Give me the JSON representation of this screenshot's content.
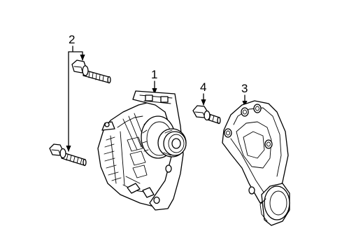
{
  "diagram": {
    "callouts": [
      {
        "id": "alternator",
        "label": "1"
      },
      {
        "id": "alternator-bolts",
        "label": "2"
      },
      {
        "id": "bracket",
        "label": "3"
      },
      {
        "id": "bracket-bolt",
        "label": "4"
      }
    ]
  }
}
